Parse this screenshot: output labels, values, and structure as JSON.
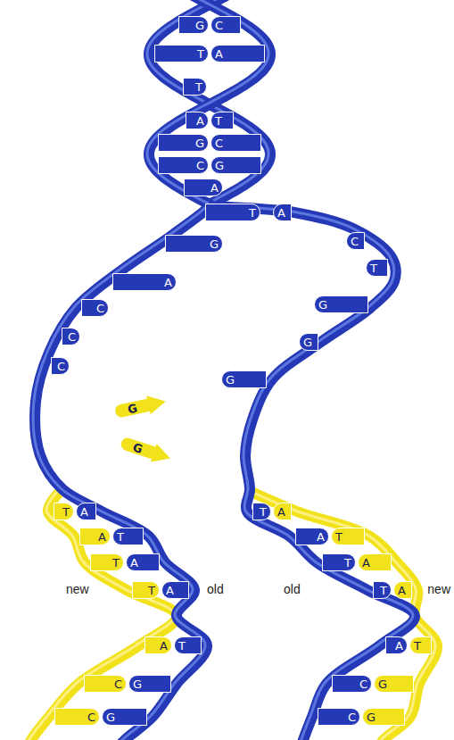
{
  "diagram": {
    "nodes": [
      {
        "text": [
          "G"
        ]
      },
      {
        "text": [
          "C"
        ]
      },
      {
        "text": [
          "T"
        ]
      },
      {
        "text": [
          "A"
        ]
      },
      {
        "text": [
          "T"
        ]
      },
      {
        "text": [
          "A"
        ]
      },
      {
        "text": [
          "T"
        ]
      },
      {
        "text": [
          "G"
        ]
      },
      {
        "text": [
          "C"
        ]
      },
      {
        "text": [
          "C"
        ]
      },
      {
        "text": [
          "G"
        ]
      },
      {
        "text": [
          "A"
        ]
      },
      {
        "text": [
          "T"
        ]
      },
      {
        "text": [
          "A"
        ]
      },
      {
        "text": [
          "C"
        ]
      },
      {
        "text": [
          "G"
        ]
      },
      {
        "text": [
          "T"
        ]
      },
      {
        "text": [
          "A"
        ]
      },
      {
        "text": [
          "G"
        ]
      },
      {
        "text": [
          "C"
        ]
      },
      {
        "text": [
          "C"
        ]
      },
      {
        "text": [
          "G"
        ]
      },
      {
        "text": [
          "C"
        ]
      },
      {
        "text": [
          "G"
        ]
      },
      {
        "text": [
          "G"
        ]
      },
      {
        "text": [
          "G"
        ]
      },
      {
        "text": [
          "T"
        ]
      },
      {
        "text": [
          "A"
        ]
      },
      {
        "text": [
          "T"
        ]
      },
      {
        "text": [
          "A"
        ]
      },
      {
        "text": [
          "A"
        ]
      },
      {
        "text": [
          "T"
        ]
      },
      {
        "text": [
          "A"
        ]
      },
      {
        "text": [
          "T"
        ]
      },
      {
        "text": [
          "T"
        ]
      },
      {
        "text": [
          "A"
        ]
      },
      {
        "text": [
          "T"
        ]
      },
      {
        "text": [
          "A"
        ]
      },
      {
        "text": [
          "T"
        ]
      },
      {
        "text": [
          "A"
        ]
      },
      {
        "text": [
          "T"
        ]
      },
      {
        "text": [
          "A"
        ]
      },
      {
        "text": [
          "A"
        ]
      },
      {
        "text": [
          "T"
        ]
      },
      {
        "text": [
          "A"
        ]
      },
      {
        "text": [
          "T"
        ]
      },
      {
        "text": [
          "C"
        ]
      },
      {
        "text": [
          "G"
        ]
      },
      {
        "text": [
          "C"
        ]
      },
      {
        "text": [
          "G"
        ]
      },
      {
        "text": [
          "C"
        ]
      },
      {
        "text": [
          "G"
        ]
      },
      {
        "text": [
          "C"
        ]
      },
      {
        "text": [
          "G"
        ]
      }
    ],
    "labels": [
      "new",
      "old",
      "old",
      "new"
    ]
  }
}
